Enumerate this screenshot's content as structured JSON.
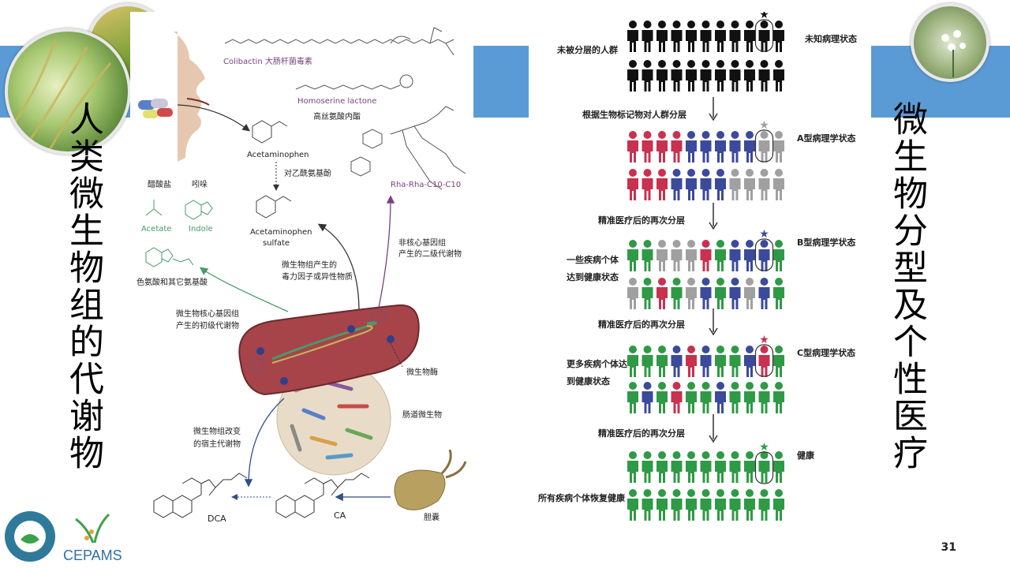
{
  "slide": {
    "left_title": "人类微生物组的代谢物",
    "right_title": "微生物分型及个性医疗",
    "page_number": "31",
    "logo_text": "CEPAMS"
  },
  "left_figure": {
    "labels": {
      "colibactin": "Colibactin 大肠杆菌毒素",
      "homoserine": "Homoserine lactone",
      "homoserine_cn": "高丝氨酸内酯",
      "rha": "Rha-Rha-C10-C10",
      "acetaminophen": "Acetaminophen",
      "acetaminophen_cn": "对乙酰氨基酚",
      "acetaminophen_sulfate": "Acetaminophen",
      "sulfate": "sulfate",
      "acetate_cn": "醋酸盐",
      "indole_cn": "吲哚",
      "acetate": "Acetate",
      "indole": "Indole",
      "tryptophan_cn": "色氨酸和其它氨基酸",
      "noncore_1": "非核心基因组",
      "noncore_2": "产生的二级代谢物",
      "toxin_1": "微生物组产生的",
      "toxin_2": "毒力因子或异性物质",
      "core_1": "微生物核心基因组",
      "core_2": "产生的初级代谢物",
      "enzyme": "微生物酶",
      "gut_microbe": "肠道微生物",
      "host_1": "微生物组改变",
      "host_2": "的宿主代谢物",
      "dca": "DCA",
      "ca": "CA",
      "gallbladder": "胆囊"
    }
  },
  "right_figure": {
    "unknown_state": "未知病理状态",
    "unstratified": "未被分层的人群",
    "step1": "根据生物标记物对人群分层",
    "state_a": "A型病理学状态",
    "step2": "精准医疗后的再次分层",
    "state_b": "B型病理学状态",
    "some_healthy_1": "一些疾病个体",
    "some_healthy_2": "达到健康状态",
    "step3": "精准医疗后的再次分层",
    "state_c": "C型病理学状态",
    "more_healthy_1": "更多疾病个体达",
    "more_healthy_2": "到健康状态",
    "step4": "精准医疗后的再次分层",
    "healthy": "健康",
    "all_healthy": "所有疾病个体恢复健康",
    "colors": {
      "black": "#111111",
      "red": "#c8314f",
      "blue": "#3b4a9a",
      "gray": "#a0a0a0",
      "green": "#2f9a45"
    }
  }
}
